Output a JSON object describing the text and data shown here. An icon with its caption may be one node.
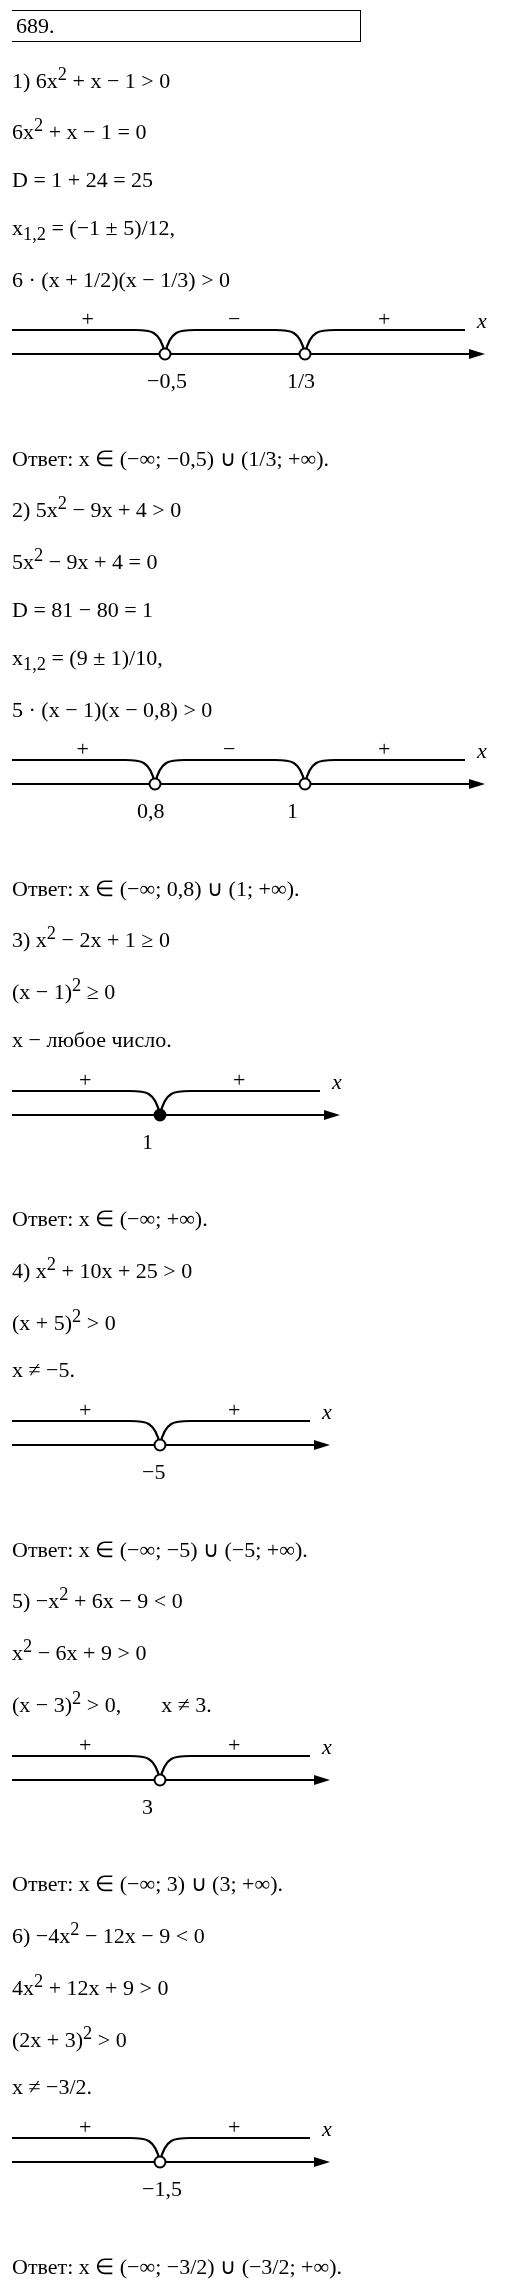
{
  "diagram": {
    "labels": [
      "689.",
      "1) 6x$^{2}$ + x − 1 > 0",
      "6x$^{2}$ + x − 1 = 0",
      "D = 1 + 24 = 25",
      "x$_{1,2}$ = (−1 ± 5)/12,",
      "6 · (x + 1/2)(x − 1/3) > 0",
      "+",
      "−",
      "+",
      "x",
      "−0,5",
      "1/3",
      "Ответ: x ∈ (−∞; −0,5) ∪ (1/3; +∞).",
      "2) 5x$^{2}$ − 9x + 4 > 0",
      "5x$^{2}$ − 9x + 4 = 0",
      "D = 81 − 80 = 1",
      "x$_{1,2}$ = (9 ± 1)/10,",
      "5 · (x − 1)(x − 0,8) > 0",
      "+",
      "−",
      "+",
      "x",
      "0,8",
      "1",
      "Ответ: x ∈ (−∞; 0,8) ∪ (1; +∞).",
      "3) x$^{2}$ − 2x + 1 ≥ 0",
      "(x − 1)$^{2}$ ≥ 0",
      "x − любое число.",
      "+",
      "+",
      "x",
      "1",
      "Ответ: x ∈ (−∞; +∞).",
      "4) x$^{2}$ + 10x + 25 > 0",
      "(x + 5)$^{2}$ > 0",
      "x ≠ −5.",
      "+",
      "+",
      "x",
      "−5",
      "Ответ: x ∈ (−∞; −5) ∪ (−5; +∞).",
      "5) −x$^{2}$ + 6x − 9 < 0",
      "x$^{2}$ − 6x + 9 > 0",
      "(x − 3)$^{2}$ > 0,",
      "x ≠ 3.",
      "+",
      "+",
      "x",
      "3",
      "Ответ: x ∈ (−∞; 3) ∪ (3; +∞).",
      "6) −4x$^{2}$ − 12x − 9 < 0",
      "4x$^{2}$ + 12x + 9 > 0",
      "(2x + 3)$^{2}$ > 0",
      "x ≠ −3/2.",
      "+",
      "+",
      "x",
      "−1,5",
      "Ответ: x ∈ (−∞; −3/2) ∪ (−3/2; +∞)."
    ]
  }
}
